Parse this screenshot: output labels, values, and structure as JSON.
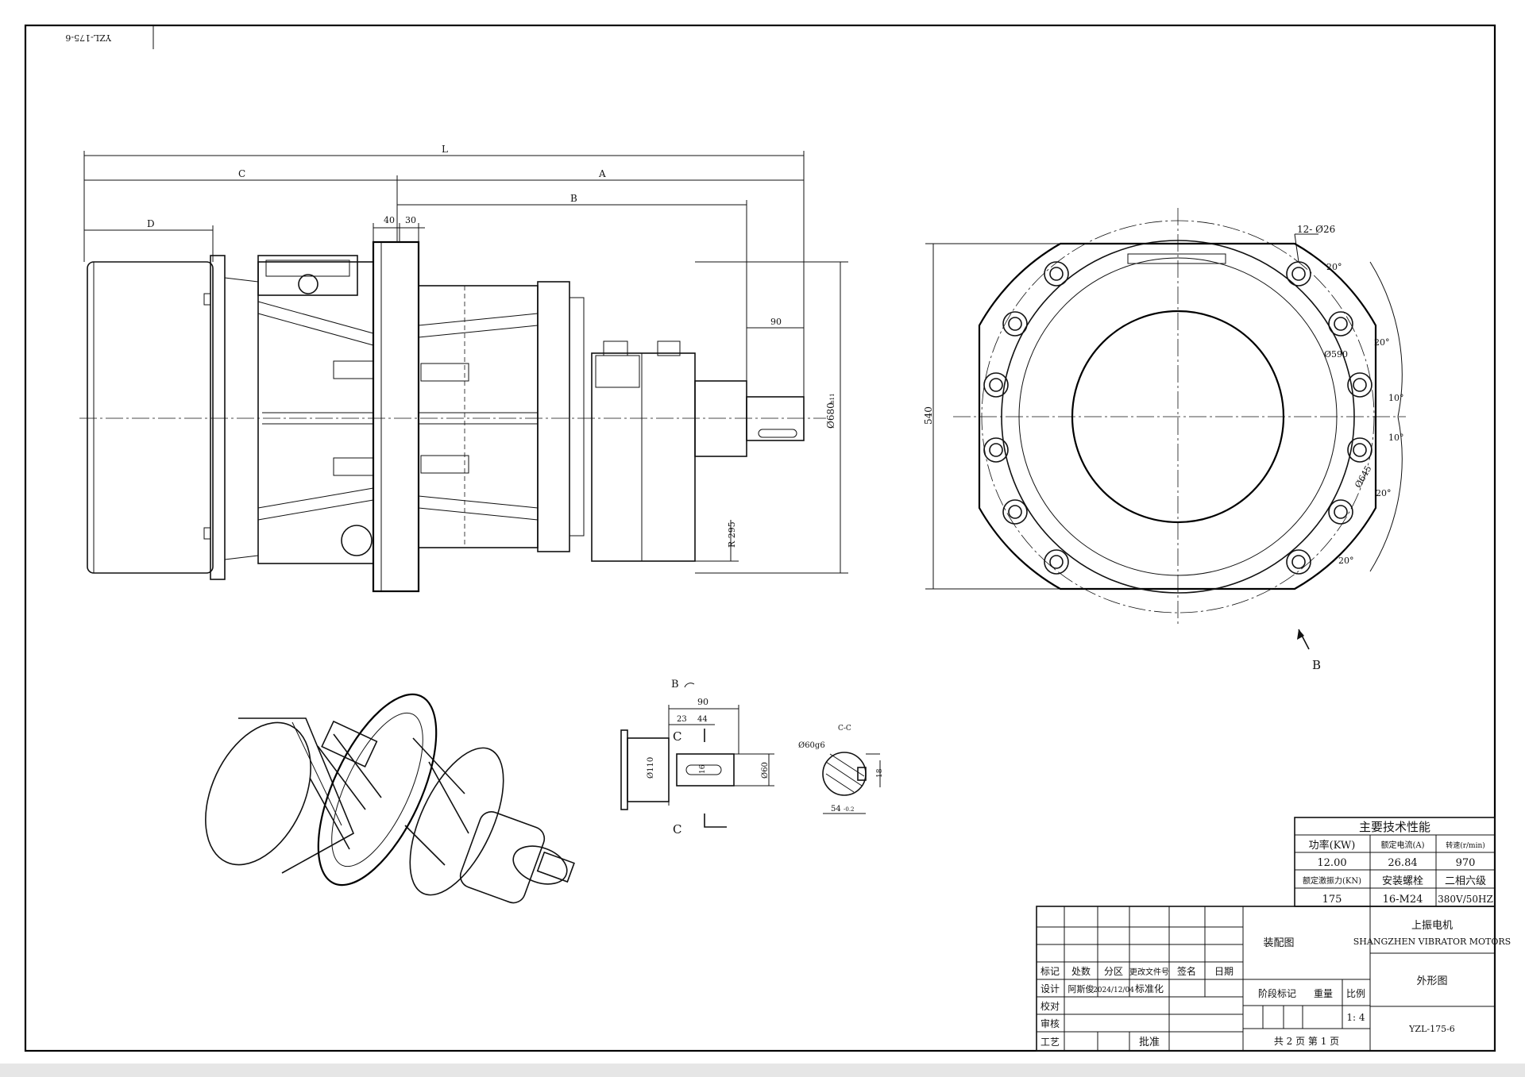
{
  "sheet": {
    "corner_code": "YZL-175-6",
    "bottom_band": ""
  },
  "main_view": {
    "dim_L": "L",
    "dim_C": "C",
    "dim_A": "A",
    "dim_B": "B",
    "dim_D": "D",
    "dim_40": "40",
    "dim_30": "30",
    "dim_90": "90",
    "dim_dia680": "Ø680",
    "dim_dia680_tol": "h11",
    "dim_R295": "R 295"
  },
  "end_view": {
    "bolt_holes": "12- Ø26",
    "angle_20": "20°",
    "angle_10": "10°",
    "dia590": "Ø590",
    "dia645": "Ø645",
    "height_540": "540",
    "view_label": "B"
  },
  "shaft_detail": {
    "view_label": "B",
    "dim_90": "90",
    "dim_23": "23",
    "dim_44": "44",
    "dim_dia110": "Ø110",
    "dim_dia60": "Ø60",
    "dim_key16": "16",
    "section_mark_top": "C",
    "section_mark_bottom": "C"
  },
  "section_cc": {
    "title": "C-C",
    "dia_fit": "Ø60g6",
    "key_width": "18",
    "depth": "54",
    "depth_tol": "-0.2"
  },
  "tech_table": {
    "title": "主要技术性能",
    "headers1": [
      "功率(KW)",
      "额定电流(A)",
      "转速(r/min)"
    ],
    "values1": [
      "12.00",
      "26.84",
      "970"
    ],
    "headers2": [
      "额定激振力(KN)",
      "安装螺栓",
      "二相六级"
    ],
    "values2": [
      "175",
      "16-M24",
      "380V/50HZ"
    ]
  },
  "title_block": {
    "company_cn": "上振电机",
    "company_en": "SHANGZHEN VIBRATOR MOTORS",
    "drawing_type": "装配图",
    "drawing_name": "外形图",
    "drawing_no": "YZL-175-6",
    "rev_headers": [
      "标记",
      "处数",
      "分区",
      "更改文件号",
      "签名",
      "日期"
    ],
    "row_design": [
      "设计",
      "阿斯俊",
      "2024/12/04",
      "标准化"
    ],
    "row_check": "校对",
    "row_review": "审核",
    "row_process": "工艺",
    "approve": "批准",
    "stage_mark": "阶段标记",
    "weight": "重量",
    "scale_label": "比例",
    "scale_value": "1: 4",
    "sheets": "共 2 页   第 1 页"
  },
  "colors": {
    "line": "#111111",
    "background": "#ffffff",
    "band": "#e6e6e6"
  }
}
